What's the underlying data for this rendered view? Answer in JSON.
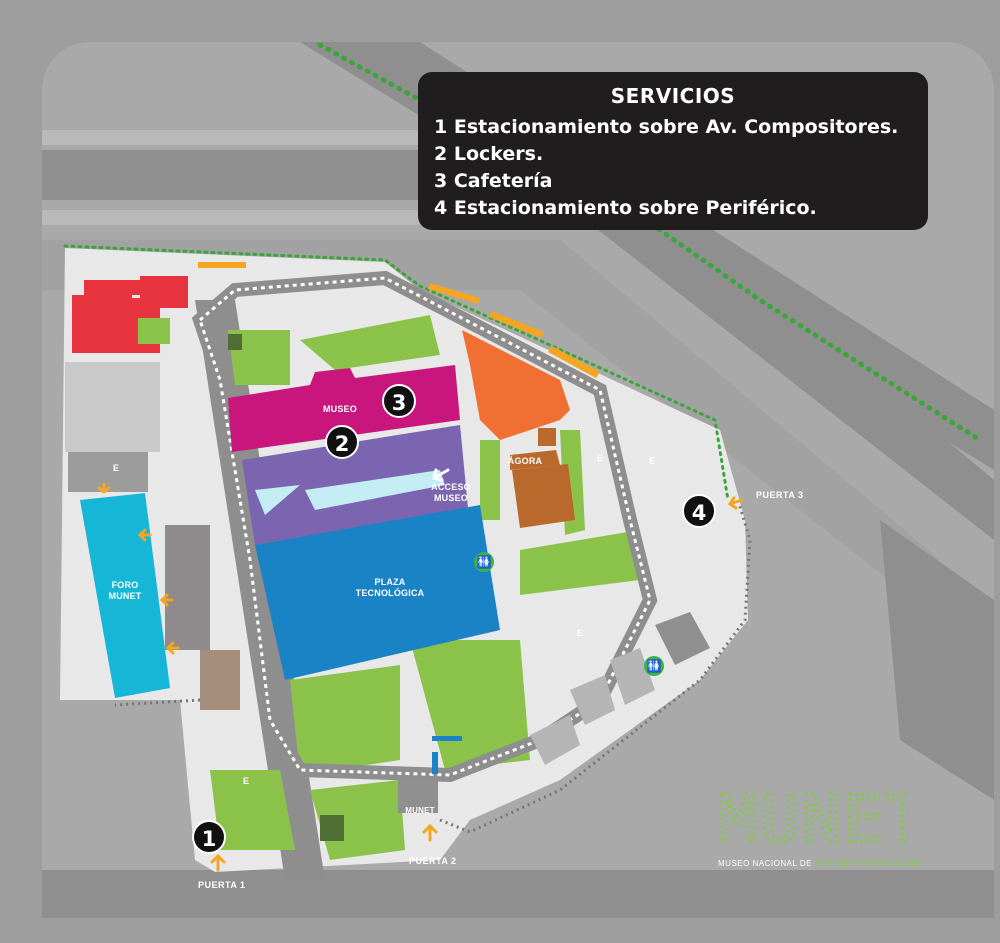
{
  "legend": {
    "title": "SERVICIOS",
    "items": [
      "1 Estacionamiento sobre Av. Compositores.",
      "2 Lockers.",
      "3 Cafetería",
      "4 Estacionamiento sobre Periférico."
    ]
  },
  "areas": {
    "museo": "MUSEO",
    "acceso_museo": "ACCESO\nMUSEO",
    "plaza": "PLAZA\nTECNOLÓGICA",
    "foro": "FORO\nMUNET",
    "agora": "ÁGORA",
    "munet_box": "MUNET"
  },
  "markers": [
    "1",
    "2",
    "3",
    "4"
  ],
  "gates": {
    "g1": "PUERTA 1",
    "g2": "PUERTA 2",
    "g3": "PUERTA 3"
  },
  "logo": {
    "name": "MUNET",
    "subtitle_prefix": "MUSEO NACIONAL DE ",
    "subtitle_highlight": "ENERGÍA Y TECNOLOGÍA"
  },
  "elevator_mark": "E",
  "icons": [
    "restroom-icon",
    "arrow-icon"
  ],
  "colors": {
    "museo": "#c9167d",
    "lockers_zone": "#7b65b0",
    "plaza": "#1a83c6",
    "foro": "#16b7d6",
    "agora": "#f07033",
    "cafe": "#b8692b",
    "green": "#8bc34a",
    "red": "#e8343e",
    "accent": "#f4a623",
    "legend_bg": "#1f1d1e"
  }
}
